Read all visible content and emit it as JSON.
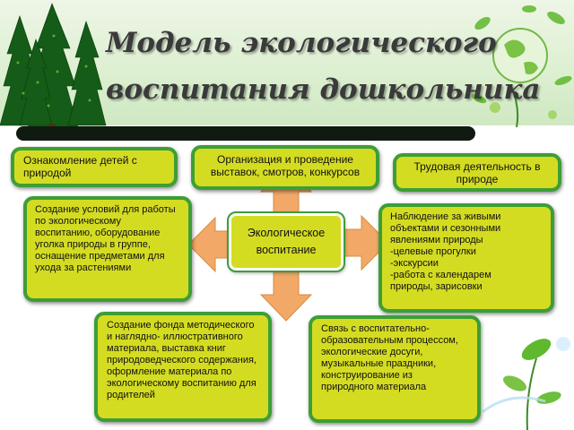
{
  "title": {
    "line1": "Модель экологического",
    "line2": "воспитания дошкольника"
  },
  "center": {
    "label": "Экологическое\nвоспитание"
  },
  "boxes": {
    "top_left": "Ознакомление детей с\nприродой",
    "top_center": "Организация и проведение\nвыставок, смотров, конкурсов",
    "top_right": "Трудовая деятельность в\nприроде",
    "left": "Создание условий для работы\nпо экологическому\nвоспитанию, оборудование\nуголка природы в группе,\nоснащение предметами для\nухода за растениями",
    "right": "Наблюдение за живыми\nобъектами и сезонными\nявлениями природы\n-целевые прогулки\n-экскурсии\n-работа с календарем\nприроды, зарисовки",
    "bottom_left": "Создание фонда методического\nи наглядно- иллюстративного\nматериала, выставка книг\nприродоведческого содержания,\nоформление  материала по\nэкологическому воспитанию для\nродителей",
    "bottom_right": "Связь с воспитательно-\nобразовательным процессом,\nэкологические досуги,\nмузыкальные праздники,\nконструирование из\nприродного материала"
  },
  "colors": {
    "box_fill": "#d4dc22",
    "box_border": "#3d9e36",
    "arrow_fill": "#f2a968",
    "dark_bar": "#111a11"
  }
}
